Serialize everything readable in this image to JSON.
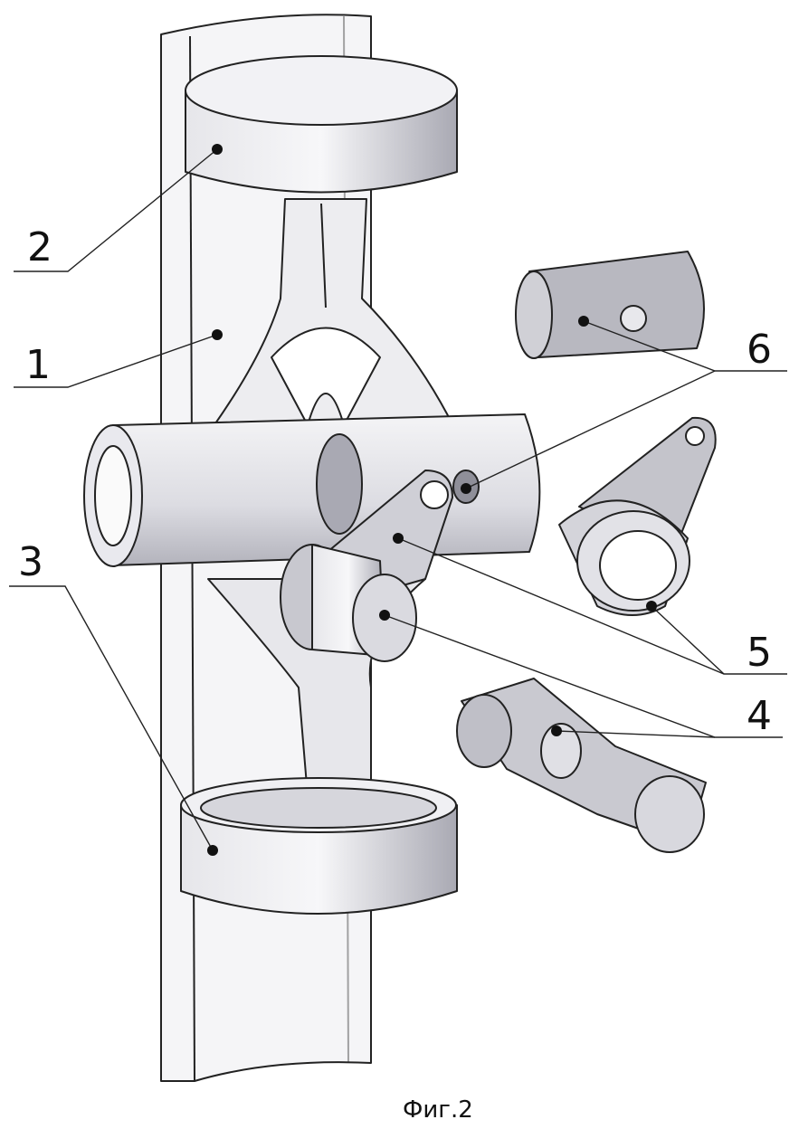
{
  "figure": {
    "caption": "Фиг.2",
    "labels": [
      {
        "id": "1",
        "text": "1"
      },
      {
        "id": "2",
        "text": "2"
      },
      {
        "id": "3",
        "text": "3"
      },
      {
        "id": "4",
        "text": "4"
      },
      {
        "id": "5",
        "text": "5"
      },
      {
        "id": "6",
        "text": "6"
      }
    ]
  },
  "colors": {
    "line": "#222222",
    "fill_light": "#f4f4f6",
    "fill_mid": "#d8d8de",
    "fill_dark": "#a9a9b3"
  }
}
